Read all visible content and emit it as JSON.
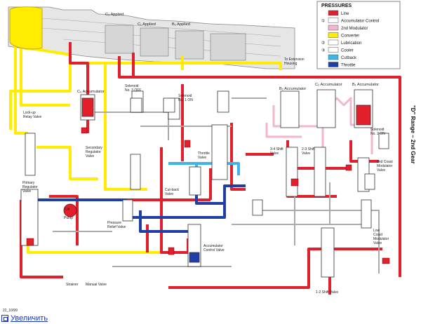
{
  "title": "\"D\" Range – 2nd Gear",
  "legend": {
    "heading": "PRESSURES",
    "items": [
      {
        "symbol": "",
        "label": "Line",
        "color": "#e2202c"
      },
      {
        "symbol": "①",
        "label": "Accumulator Control",
        "color": "#ffffff"
      },
      {
        "symbol": "",
        "label": "2nd Modulator",
        "color": "#f2b6cf"
      },
      {
        "symbol": "",
        "label": "Converter",
        "color": "#ffec00"
      },
      {
        "symbol": "②",
        "label": "Lubrication",
        "color": "#ffffff"
      },
      {
        "symbol": "③",
        "label": "Cooler",
        "color": "#ffffff"
      },
      {
        "symbol": "",
        "label": "Cutback",
        "color": "#3cb6e8"
      },
      {
        "symbol": "",
        "label": "Throttle",
        "color": "#1f3fa6"
      }
    ]
  },
  "labels": {
    "c3_applied": "C₃ Applied",
    "c1_applied": "C₁ Applied",
    "b2_applied": "B₂ Applied",
    "to_extension": "To Extension Housing",
    "c0_accumulator": "C₀ Accumulator",
    "solenoid_3": "Solenoid No. 3 OFF",
    "solenoid_1": "Solenoid No. 1 ON",
    "b2_accumulator": "B₂ Accumulator",
    "c2_accumulator": "C₂ Accumulator",
    "b1_accumulator": "B₁ Accumulator",
    "lockup_relay": "Lock-up Relay Valve",
    "secondary_regulator": "Secondary Regulator Valve",
    "throttle_valve": "Throttle Valve",
    "shift_34": "3-4 Shift Valve",
    "shift_23": "2-3 Shift Valve",
    "solenoid_2": "Solenoid No. 2 ON",
    "second_coast": "2nd Coast Modulator Valve",
    "primary_regulator": "Primary Regulator Valve",
    "oil_pump": "Oil Pump",
    "cutback": "Cut-back Valve",
    "pressure_relief": "Pressure Relief Valve",
    "accumulator_control": "Accumulator Control Valve",
    "low_coast": "Low Coast Modulator Valve",
    "strainer": "Strainer",
    "manual_valve": "Manual Valve",
    "shift_12": "1-2 Shift Valve",
    "code": "22_10/99"
  },
  "footer": {
    "link": "Увеличить"
  }
}
